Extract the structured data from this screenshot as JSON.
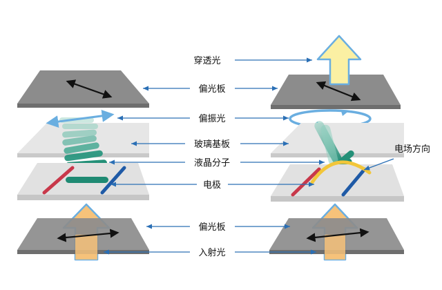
{
  "labels": {
    "transmitted_light": "穿透光",
    "polarizer_top": "偏光板",
    "polarized_light": "偏振光",
    "glass_substrate": "玻璃基板",
    "liquid_crystal": "液晶分子",
    "electrode": "电极",
    "polarizer_bottom": "偏光板",
    "incident_light": "入射光",
    "field_direction": "电场方向"
  },
  "colors": {
    "polarizer": "#8c8c8c",
    "glass": "#e4e4e4",
    "electrode_red": "#c8384a",
    "electrode_blue": "#1f5aa6",
    "liquid_crystal": "#2e8f7a",
    "light_arrow_in": "#f6c27a",
    "light_arrow_out": "#fbf0a3",
    "light_outline": "#6aaee0",
    "field_arc": "#f2c63a",
    "pointer": "#2a6fb5"
  }
}
